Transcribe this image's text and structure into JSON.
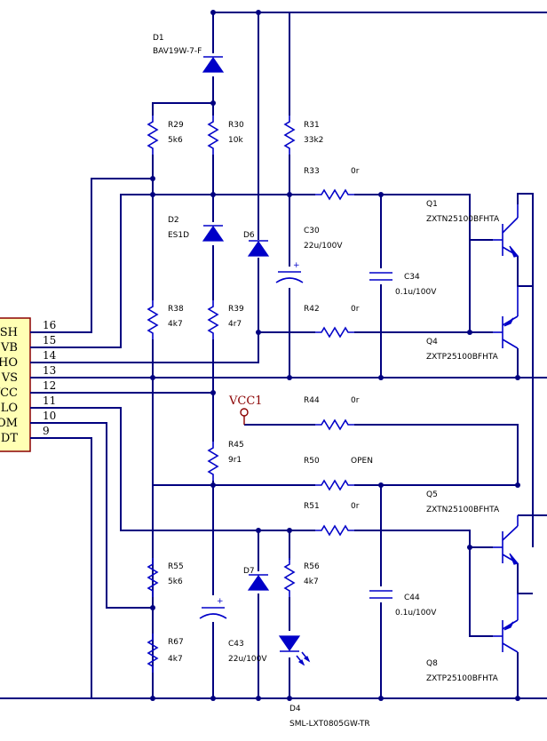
{
  "ic": {
    "pins": [
      {
        "num": "16",
        "name": "CSH"
      },
      {
        "num": "15",
        "name": "VB"
      },
      {
        "num": "14",
        "name": "HO"
      },
      {
        "num": "13",
        "name": "VS"
      },
      {
        "num": "12",
        "name": "VCC"
      },
      {
        "num": "11",
        "name": "LO"
      },
      {
        "num": "10",
        "name": "COM"
      },
      {
        "num": "9",
        "name": "DT"
      }
    ]
  },
  "power": {
    "vcc_label": "VCC1"
  },
  "parts": {
    "D1": {
      "ref": "D1",
      "value": "BAV19W-7-F"
    },
    "R29": {
      "ref": "R29",
      "value": "5k6"
    },
    "R30": {
      "ref": "R30",
      "value": "10k"
    },
    "R31": {
      "ref": "R31",
      "value": "33k2"
    },
    "R33": {
      "ref": "R33",
      "value": "0r"
    },
    "D2": {
      "ref": "D2",
      "value": "ES1D"
    },
    "D6": {
      "ref": "D6",
      "value": ""
    },
    "C30": {
      "ref": "C30",
      "value": "22u/100V"
    },
    "C34": {
      "ref": "C34",
      "value": "0.1u/100V"
    },
    "Q1": {
      "ref": "Q1",
      "value": "ZXTN25100BFHTA"
    },
    "R38": {
      "ref": "R38",
      "value": "4k7"
    },
    "R39": {
      "ref": "R39",
      "value": "4r7"
    },
    "R42": {
      "ref": "R42",
      "value": "0r"
    },
    "Q4": {
      "ref": "Q4",
      "value": "ZXTP25100BFHTA"
    },
    "R44": {
      "ref": "R44",
      "value": "0r"
    },
    "R45": {
      "ref": "R45",
      "value": "9r1"
    },
    "R50": {
      "ref": "R50",
      "value": "OPEN"
    },
    "R51": {
      "ref": "R51",
      "value": "0r"
    },
    "Q5": {
      "ref": "Q5",
      "value": "ZXTN25100BFHTA"
    },
    "R55": {
      "ref": "R55",
      "value": "5k6"
    },
    "D7": {
      "ref": "D7",
      "value": ""
    },
    "R56": {
      "ref": "R56",
      "value": "4k7"
    },
    "C44": {
      "ref": "C44",
      "value": "0.1u/100V"
    },
    "R67": {
      "ref": "R67",
      "value": "4k7"
    },
    "C43": {
      "ref": "C43",
      "value": "22u/100V"
    },
    "Q8": {
      "ref": "Q8",
      "value": "ZXTP25100BFHTA"
    },
    "D4": {
      "ref": "D4",
      "value": "SML-LXT0805GW-TR"
    }
  }
}
